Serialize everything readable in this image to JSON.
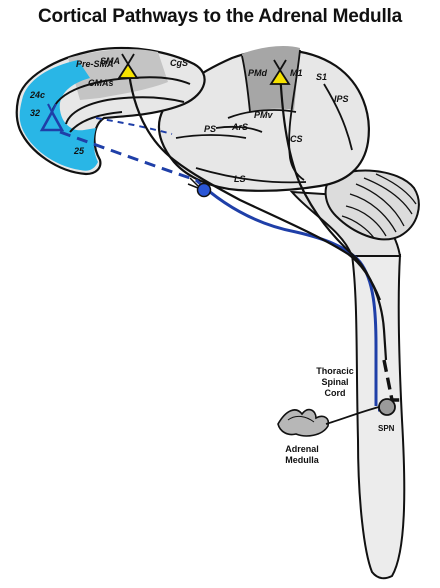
{
  "title": "Cortical Pathways to the Adrenal Medulla",
  "colors": {
    "cortex_fill": "#e7e7e7",
    "frontal_gray": "#c4c4c4",
    "motor_gray": "#a6a6a6",
    "medial_blue": "#29b6e6",
    "pathway_blue": "#1f3fa8",
    "motor_neuron_yellow": "#f6e200",
    "outline": "#111111"
  },
  "regions": {
    "pre_sma": "Pre-SMA",
    "sma": "SMA",
    "cgs": "CgS",
    "cmas": "CMAs",
    "area_24c": "24c",
    "area_32": "32",
    "area_25": "25",
    "pmd": "PMd",
    "m1": "M1",
    "s1": "S1",
    "ips": "IPS",
    "ps": "PS",
    "ars": "ArS",
    "pmv": "PMv",
    "cs": "CS",
    "ls": "LS"
  },
  "spinal": {
    "cord_line1": "Thoracic",
    "cord_line2": "Spinal",
    "cord_line3": "Cord",
    "spn": "SPN"
  },
  "target": {
    "line1": "Adrenal",
    "line2": "Medulla"
  }
}
